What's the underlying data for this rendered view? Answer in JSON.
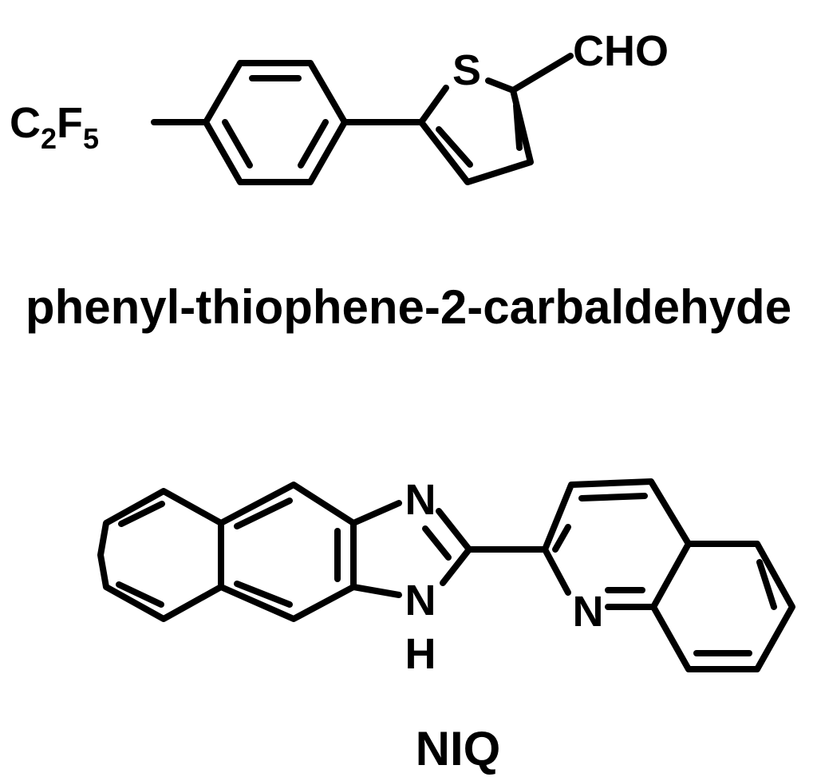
{
  "molecule_1": {
    "substituent": {
      "element_1": "C",
      "count_1": "2",
      "element_2": "F",
      "count_2": "5"
    },
    "heteroatom_s": "S",
    "aldehyde": "CHO",
    "name": "phenyl-thiophene-2-carbaldehyde"
  },
  "molecule_2": {
    "imine_n": "N",
    "amine_n": "N",
    "amine_h": "H",
    "quinoline_n": "N",
    "name": "NIQ"
  },
  "colors": {
    "ink": "#000000",
    "background": "#ffffff"
  }
}
